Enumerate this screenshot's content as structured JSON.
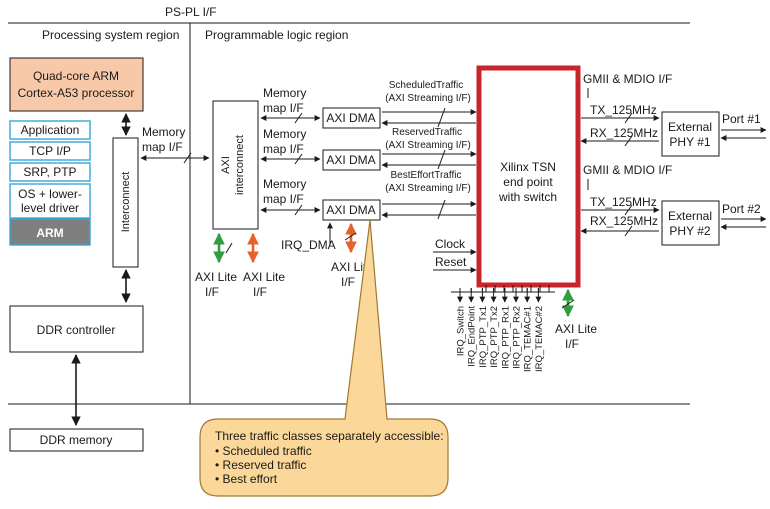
{
  "header": {
    "pspl_label": "PS-PL I/F"
  },
  "regions": {
    "processing": "Processing system region",
    "programmable": "Programmable logic region"
  },
  "ps": {
    "processor_line1": "Quad-core ARM",
    "processor_line2": "Cortex-A53 processor",
    "stack": [
      "Application",
      "TCP I/P",
      "SRP, PTP"
    ],
    "stack_os_line1": "OS + lower-",
    "stack_os_line2": "level driver",
    "arm": "ARM",
    "interconnect": "Interconnect",
    "ddr_controller": "DDR controller",
    "ddr_memory": "DDR memory",
    "memmap_line1": "Memory",
    "memmap_line2": "map I/F"
  },
  "pl": {
    "axi_interconnect_line1": "AXI",
    "axi_interconnect_line2": "interconnect",
    "memmap_line1": "Memory",
    "memmap_line2": "map I/F",
    "axi_dma": "AXI DMA",
    "traffic": [
      {
        "name": "ScheduledTraffic",
        "iface": "(AXI Streaming I/F)"
      },
      {
        "name": "ReservedTraffic",
        "iface": "(AXI Streaming I/F)"
      },
      {
        "name": "BestEffortTraffic",
        "iface": "(AXI Streaming I/F)"
      }
    ],
    "irq_dma": "IRQ_DMA",
    "axi_lite_line1": "AXI Lite",
    "axi_lite_line2": "I/F",
    "axi_lite_1_line2": "I/F",
    "tsn_line1": "Xilinx TSN",
    "tsn_line2": "end point",
    "tsn_line3": "with switch",
    "clock": "Clock",
    "reset": "Reset",
    "irqs": [
      "IRQ_Switch",
      "IRQ_EndPoint",
      "IRQ_PTP_Tx1",
      "IRQ_PTP_Tx2",
      "IRQ_PTP_Rx1",
      "IRQ_PTP_Rx2",
      "IRQ_TEMAC#1",
      "IRQ_TEMAC#2"
    ],
    "gmii": "GMII & MDIO I/F",
    "tx": "TX_125MHz",
    "rx": "RX_125MHz",
    "phy1_line1": "External",
    "phy1_line2": "PHY #1",
    "phy2_line1": "External",
    "phy2_line2": "PHY #2",
    "port1": "Port #1",
    "port2": "Port #2"
  },
  "callout": {
    "title": "Three traffic classes separately accessible:",
    "items": [
      "Scheduled traffic",
      "Reserved traffic",
      "Best effort"
    ]
  },
  "colors": {
    "processor_fill": "#f8c9a8",
    "stack_border": "#39a6d8",
    "arm_fill": "#7f7f7f",
    "tsn_border": "#c8242c",
    "callout_fill": "#fbd79a",
    "callout_border": "#a07830",
    "arrow_green": "#2e9e3e",
    "arrow_orange": "#e5632a"
  }
}
